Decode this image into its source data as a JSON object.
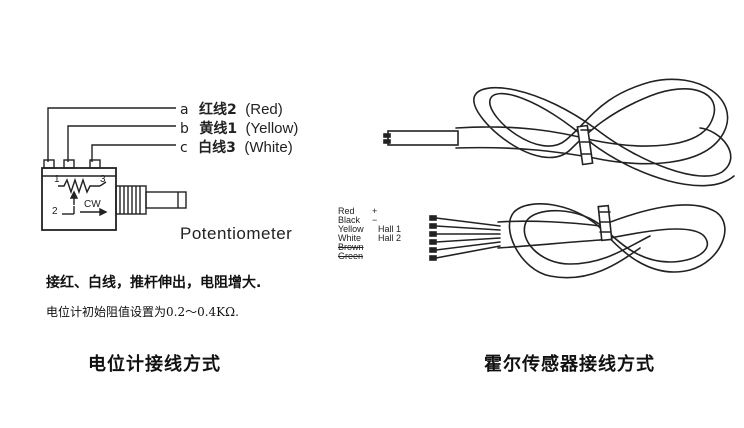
{
  "potentiometer": {
    "wires": [
      {
        "letter": "a",
        "cn": "红线2",
        "en": "(Red)"
      },
      {
        "letter": "b",
        "cn": "黄线1",
        "en": "(Yellow)"
      },
      {
        "letter": "c",
        "cn": "白线3",
        "en": "(White)"
      }
    ],
    "terminal_1": "1",
    "terminal_2": "2",
    "terminal_3": "3",
    "cw_label": "CW",
    "caption": "Potentiometer",
    "note_1": "接红、白线，推杆伸出，电阻增大.",
    "note_2": "电位计初始阻值设置为0.2～0.4KΩ.",
    "section_title": "电位计接线方式"
  },
  "hall_sensor": {
    "wires": [
      {
        "name": "Red",
        "sign": "+"
      },
      {
        "name": "Black",
        "sign": "−"
      },
      {
        "name": "Yellow",
        "sign": "Hall  1"
      },
      {
        "name": "White",
        "sign": "Hall  2"
      },
      {
        "name": "Brown",
        "sign": ""
      },
      {
        "name": "Green",
        "sign": ""
      }
    ],
    "section_title": "霍尔传感器接线方式"
  }
}
